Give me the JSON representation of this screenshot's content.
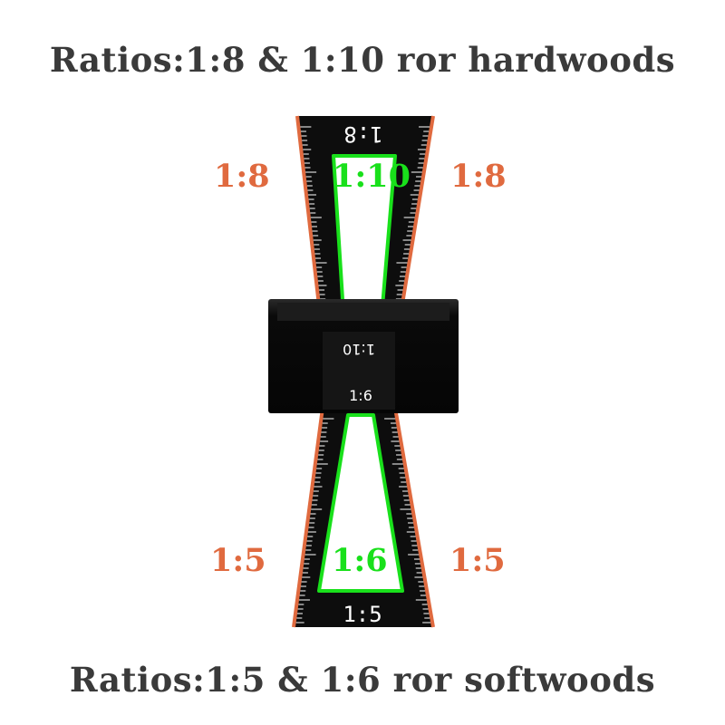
{
  "captions": {
    "top": "Ratios:1:8 & 1:10 ror hardwoods",
    "bottom": "Ratios:1:5 & 1:6 ror softwoods"
  },
  "labels": {
    "upper_left": "1:8",
    "upper_center": "1:10",
    "upper_right": "1:8",
    "lower_left": "1:5",
    "lower_center": "1:6",
    "lower_right": "1:5"
  },
  "gauge_engraving": {
    "top_end": "1:8",
    "block_upper": "1:10",
    "block_lower": "1:6",
    "bottom_end": "1:5"
  },
  "colors": {
    "caption_text": "#3a3a3a",
    "outer_ratio": "#e06a3f",
    "inner_ratio": "#19e01b",
    "gauge_body": "#0d0d0d",
    "gauge_edge": "#e06a3f",
    "background": "#ffffff"
  }
}
